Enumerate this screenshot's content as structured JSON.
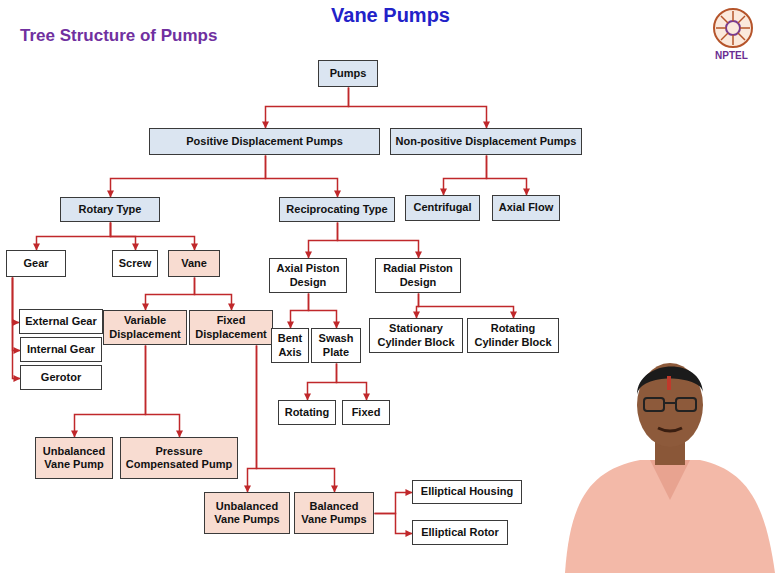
{
  "diagram": {
    "title": "Vane Pumps",
    "nodes": [
      {
        "text": [
          "Pumps"
        ]
      },
      {
        "text": [
          "Positive Displacement Pumps"
        ]
      },
      {
        "text": [
          "Non-positive Displacement Pumps"
        ]
      },
      {
        "text": [
          "Rotary Type"
        ]
      },
      {
        "text": [
          "Reciprocating Type"
        ]
      },
      {
        "text": [
          "Centrifugal"
        ]
      },
      {
        "text": [
          "Axial Flow"
        ]
      },
      {
        "text": [
          "Gear"
        ]
      },
      {
        "text": [
          "Screw"
        ]
      },
      {
        "text": [
          "Vane"
        ]
      },
      {
        "text": [
          "Axial Piston Design"
        ]
      },
      {
        "text": [
          "Radial Piston Design"
        ]
      },
      {
        "text": [
          "External Gear"
        ]
      },
      {
        "text": [
          "Variable Displacement"
        ]
      },
      {
        "text": [
          "Fixed Displacement"
        ]
      },
      {
        "text": [
          "Bent Axis"
        ]
      },
      {
        "text": [
          "Swash Plate"
        ]
      },
      {
        "text": [
          "Stationary Cylinder Block"
        ]
      },
      {
        "text": [
          "Rotating Cylinder Block"
        ]
      },
      {
        "text": [
          "Internal Gear"
        ]
      },
      {
        "text": [
          "Gerotor"
        ]
      },
      {
        "text": [
          "Rotating"
        ]
      },
      {
        "text": [
          "Fixed"
        ]
      },
      {
        "text": [
          "Unbalanced Vane Pump"
        ]
      },
      {
        "text": [
          "Pressure Compensated Pump"
        ]
      },
      {
        "text": [
          "Elliptical Housing"
        ]
      },
      {
        "text": [
          "Unbalanced Vane Pumps"
        ]
      },
      {
        "text": [
          "Balanced Vane Pumps"
        ]
      },
      {
        "text": [
          "Elliptical Rotor"
        ]
      }
    ],
    "edges": [
      {
        "from": 0,
        "to": 1,
        "arrow": "to"
      },
      {
        "from": 0,
        "to": 2,
        "arrow": "to"
      },
      {
        "from": 1,
        "to": 3,
        "arrow": "to"
      },
      {
        "from": 1,
        "to": 4,
        "arrow": "to"
      },
      {
        "from": 2,
        "to": 5,
        "arrow": "to"
      },
      {
        "from": 2,
        "to": 6,
        "arrow": "to"
      },
      {
        "from": 3,
        "to": 7,
        "arrow": "to"
      },
      {
        "from": 3,
        "to": 8,
        "arrow": "to"
      },
      {
        "from": 3,
        "to": 9,
        "arrow": "to"
      },
      {
        "from": 4,
        "to": 10,
        "arrow": "to"
      },
      {
        "from": 4,
        "to": 11,
        "arrow": "to"
      },
      {
        "from": 7,
        "to": 12,
        "arrow": "to"
      },
      {
        "from": 7,
        "to": 19,
        "arrow": "to"
      },
      {
        "from": 7,
        "to": 20,
        "arrow": "to"
      },
      {
        "from": 9,
        "to": 13,
        "arrow": "to"
      },
      {
        "from": 9,
        "to": 14,
        "arrow": "to"
      },
      {
        "from": 10,
        "to": 15,
        "arrow": "to"
      },
      {
        "from": 10,
        "to": 16,
        "arrow": "to"
      },
      {
        "from": 11,
        "to": 17,
        "arrow": "to"
      },
      {
        "from": 11,
        "to": 18,
        "arrow": "to"
      },
      {
        "from": 16,
        "to": 21,
        "arrow": "to"
      },
      {
        "from": 16,
        "to": 22,
        "arrow": "to"
      },
      {
        "from": 13,
        "to": 23,
        "arrow": "to"
      },
      {
        "from": 13,
        "to": 24,
        "arrow": "to"
      },
      {
        "from": 14,
        "to": 26,
        "arrow": "to"
      },
      {
        "from": 14,
        "to": 27,
        "arrow": "to"
      },
      {
        "from": 27,
        "to": 25,
        "arrow": "to"
      },
      {
        "from": 27,
        "to": 28,
        "arrow": "to"
      }
    ],
    "labels": [
      "Tree Structure of Pumps",
      "NPTEL"
    ]
  }
}
